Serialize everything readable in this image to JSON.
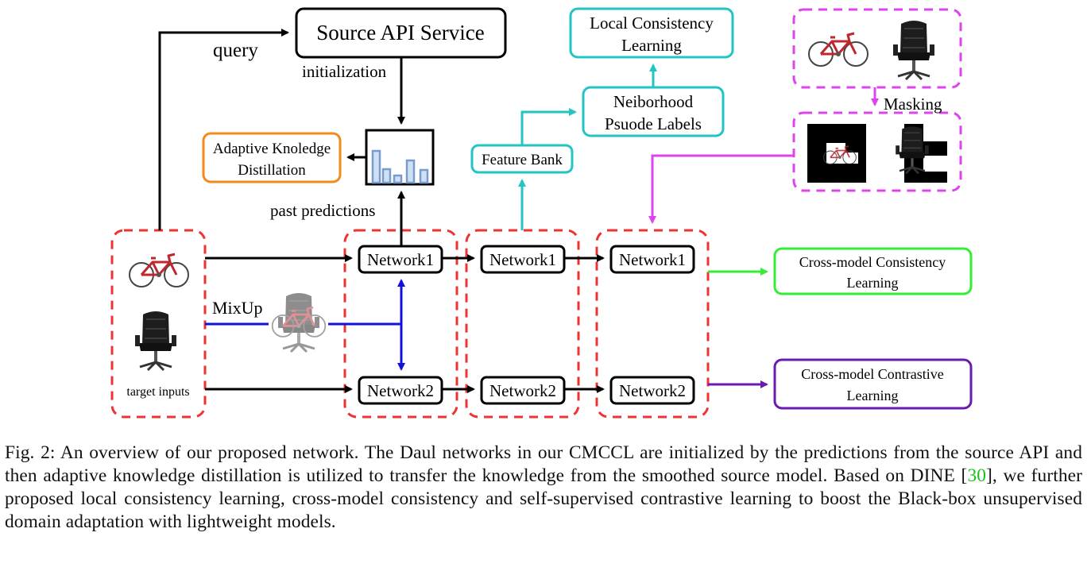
{
  "nodes": {
    "source_api": "Source API Service",
    "local_consistency": [
      "Local Consistency",
      "Learning"
    ],
    "neighborhood_labels": [
      "Neiborhood",
      "Psuode Labels"
    ],
    "feature_bank": "Feature Bank",
    "adaptive_kd": [
      "Adaptive Knoledge",
      "Distillation"
    ],
    "cross_consistency": [
      "Cross-model Consistency",
      "Learning"
    ],
    "cross_contrastive": [
      "Cross-model Contrastive",
      "Learning"
    ],
    "network1": "Network1",
    "network2": "Network2"
  },
  "labels": {
    "query": "query",
    "initialization": "initialization",
    "past_predictions": "past predictions",
    "mixup": "MixUp",
    "masking": "Masking",
    "target_inputs": "target inputs"
  },
  "colors": {
    "red_dash": "#ee3333",
    "magenta": "#dd44ee",
    "cyan": "#22c4c4",
    "orange": "#f28a1c",
    "green": "#33ee33",
    "purple": "#6a1bb0",
    "blue": "#1111dd",
    "bars": "#7a9ccc"
  },
  "caption": {
    "prefix": "Fig. 2: An overview of our proposed network. The Daul networks in our CMCCL are initialized by the predictions from the source API and then adaptive knowledge distillation is utilized to transfer the knowledge from the smoothed source model. Based on DINE [",
    "ref": "30",
    "suffix": "], we further proposed local consistency learning, cross-model consistency and self-supervised contrastive learning to boost the Black-box unsupervised domain adaptation with lightweight models."
  }
}
